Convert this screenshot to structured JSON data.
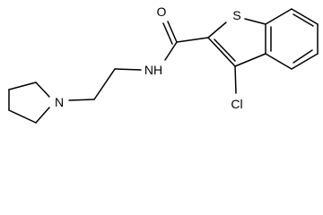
{
  "diagram": {
    "kind": "chemical-structure",
    "atom_labels": {
      "sulfur": "S",
      "oxygen": "O",
      "nitrogen_amide": "NH",
      "nitrogen_ring": "N",
      "chlorine": "Cl"
    },
    "colors": {
      "bond": "#000000",
      "label": "#000000",
      "background": "#ffffff"
    }
  }
}
